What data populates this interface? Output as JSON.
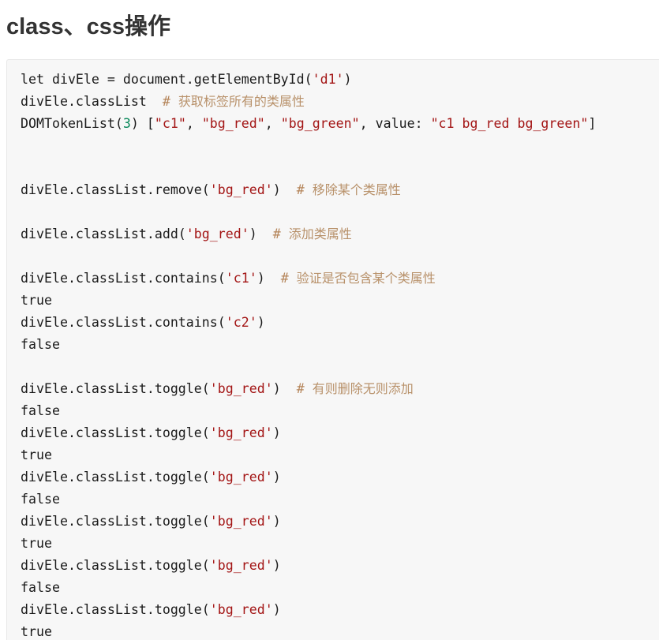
{
  "heading": {
    "title": "class、css操作"
  },
  "colors": {
    "code_background": "#f7f7f7",
    "string": "#a31515",
    "number": "#09885a",
    "comment": "#b5855a",
    "text": "#1a1a1a",
    "heading": "#333333"
  },
  "code": {
    "lines": [
      {
        "tokens": [
          {
            "t": "plain",
            "v": "let divEle = document.getElementById("
          },
          {
            "t": "str",
            "v": "'d1'"
          },
          {
            "t": "plain",
            "v": ")"
          }
        ]
      },
      {
        "tokens": [
          {
            "t": "plain",
            "v": "divEle.classList  "
          },
          {
            "t": "comment",
            "v": "# 获取标签所有的类属性"
          }
        ]
      },
      {
        "tokens": [
          {
            "t": "plain",
            "v": "DOMTokenList("
          },
          {
            "t": "num",
            "v": "3"
          },
          {
            "t": "plain",
            "v": ") ["
          },
          {
            "t": "str",
            "v": "\"c1\""
          },
          {
            "t": "plain",
            "v": ", "
          },
          {
            "t": "str",
            "v": "\"bg_red\""
          },
          {
            "t": "plain",
            "v": ", "
          },
          {
            "t": "str",
            "v": "\"bg_green\""
          },
          {
            "t": "plain",
            "v": ", value: "
          },
          {
            "t": "str",
            "v": "\"c1 bg_red bg_green\""
          },
          {
            "t": "plain",
            "v": "]"
          }
        ]
      },
      {
        "tokens": []
      },
      {
        "tokens": []
      },
      {
        "tokens": [
          {
            "t": "plain",
            "v": "divEle.classList.remove("
          },
          {
            "t": "str",
            "v": "'bg_red'"
          },
          {
            "t": "plain",
            "v": ")  "
          },
          {
            "t": "comment",
            "v": "# 移除某个类属性"
          }
        ]
      },
      {
        "tokens": []
      },
      {
        "tokens": [
          {
            "t": "plain",
            "v": "divEle.classList.add("
          },
          {
            "t": "str",
            "v": "'bg_red'"
          },
          {
            "t": "plain",
            "v": ")  "
          },
          {
            "t": "comment",
            "v": "# 添加类属性"
          }
        ]
      },
      {
        "tokens": []
      },
      {
        "tokens": [
          {
            "t": "plain",
            "v": "divEle.classList.contains("
          },
          {
            "t": "str",
            "v": "'c1'"
          },
          {
            "t": "plain",
            "v": ")  "
          },
          {
            "t": "comment",
            "v": "# 验证是否包含某个类属性"
          }
        ]
      },
      {
        "tokens": [
          {
            "t": "plain",
            "v": "true"
          }
        ]
      },
      {
        "tokens": [
          {
            "t": "plain",
            "v": "divEle.classList.contains("
          },
          {
            "t": "str",
            "v": "'c2'"
          },
          {
            "t": "plain",
            "v": ")"
          }
        ]
      },
      {
        "tokens": [
          {
            "t": "plain",
            "v": "false"
          }
        ]
      },
      {
        "tokens": []
      },
      {
        "tokens": [
          {
            "t": "plain",
            "v": "divEle.classList.toggle("
          },
          {
            "t": "str",
            "v": "'bg_red'"
          },
          {
            "t": "plain",
            "v": ")  "
          },
          {
            "t": "comment",
            "v": "# 有则删除无则添加"
          }
        ]
      },
      {
        "tokens": [
          {
            "t": "plain",
            "v": "false"
          }
        ]
      },
      {
        "tokens": [
          {
            "t": "plain",
            "v": "divEle.classList.toggle("
          },
          {
            "t": "str",
            "v": "'bg_red'"
          },
          {
            "t": "plain",
            "v": ")"
          }
        ]
      },
      {
        "tokens": [
          {
            "t": "plain",
            "v": "true"
          }
        ]
      },
      {
        "tokens": [
          {
            "t": "plain",
            "v": "divEle.classList.toggle("
          },
          {
            "t": "str",
            "v": "'bg_red'"
          },
          {
            "t": "plain",
            "v": ")"
          }
        ]
      },
      {
        "tokens": [
          {
            "t": "plain",
            "v": "false"
          }
        ]
      },
      {
        "tokens": [
          {
            "t": "plain",
            "v": "divEle.classList.toggle("
          },
          {
            "t": "str",
            "v": "'bg_red'"
          },
          {
            "t": "plain",
            "v": ")"
          }
        ]
      },
      {
        "tokens": [
          {
            "t": "plain",
            "v": "true"
          }
        ]
      },
      {
        "tokens": [
          {
            "t": "plain",
            "v": "divEle.classList.toggle("
          },
          {
            "t": "str",
            "v": "'bg_red'"
          },
          {
            "t": "plain",
            "v": ")"
          }
        ]
      },
      {
        "tokens": [
          {
            "t": "plain",
            "v": "false"
          }
        ]
      },
      {
        "tokens": [
          {
            "t": "plain",
            "v": "divEle.classList.toggle("
          },
          {
            "t": "str",
            "v": "'bg_red'"
          },
          {
            "t": "plain",
            "v": ")"
          }
        ]
      },
      {
        "tokens": [
          {
            "t": "plain",
            "v": "true"
          }
        ]
      }
    ]
  }
}
